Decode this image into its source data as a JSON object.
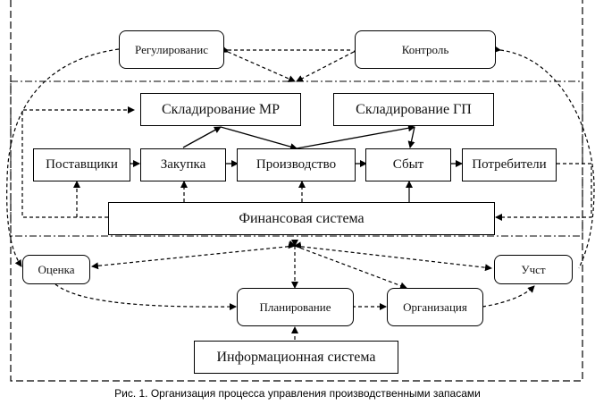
{
  "nodes": {
    "regulation": "Регулированис",
    "control": "Контроль",
    "storage_mr": "Складирование  МР",
    "storage_gp": "Складирование  ГП",
    "suppliers": "Поставщики",
    "purchase": "Закупка",
    "production": "Производство",
    "sales": "Сбыт",
    "consumers": "Потребители",
    "finance": "Финансовая система",
    "evaluation": "Оценка",
    "accounting": "Учст",
    "planning": "Планирование",
    "organization": "Организация",
    "info_system": "Информационная система"
  },
  "caption": "Рис. 1. Организация процесса управления производственными запасами"
}
